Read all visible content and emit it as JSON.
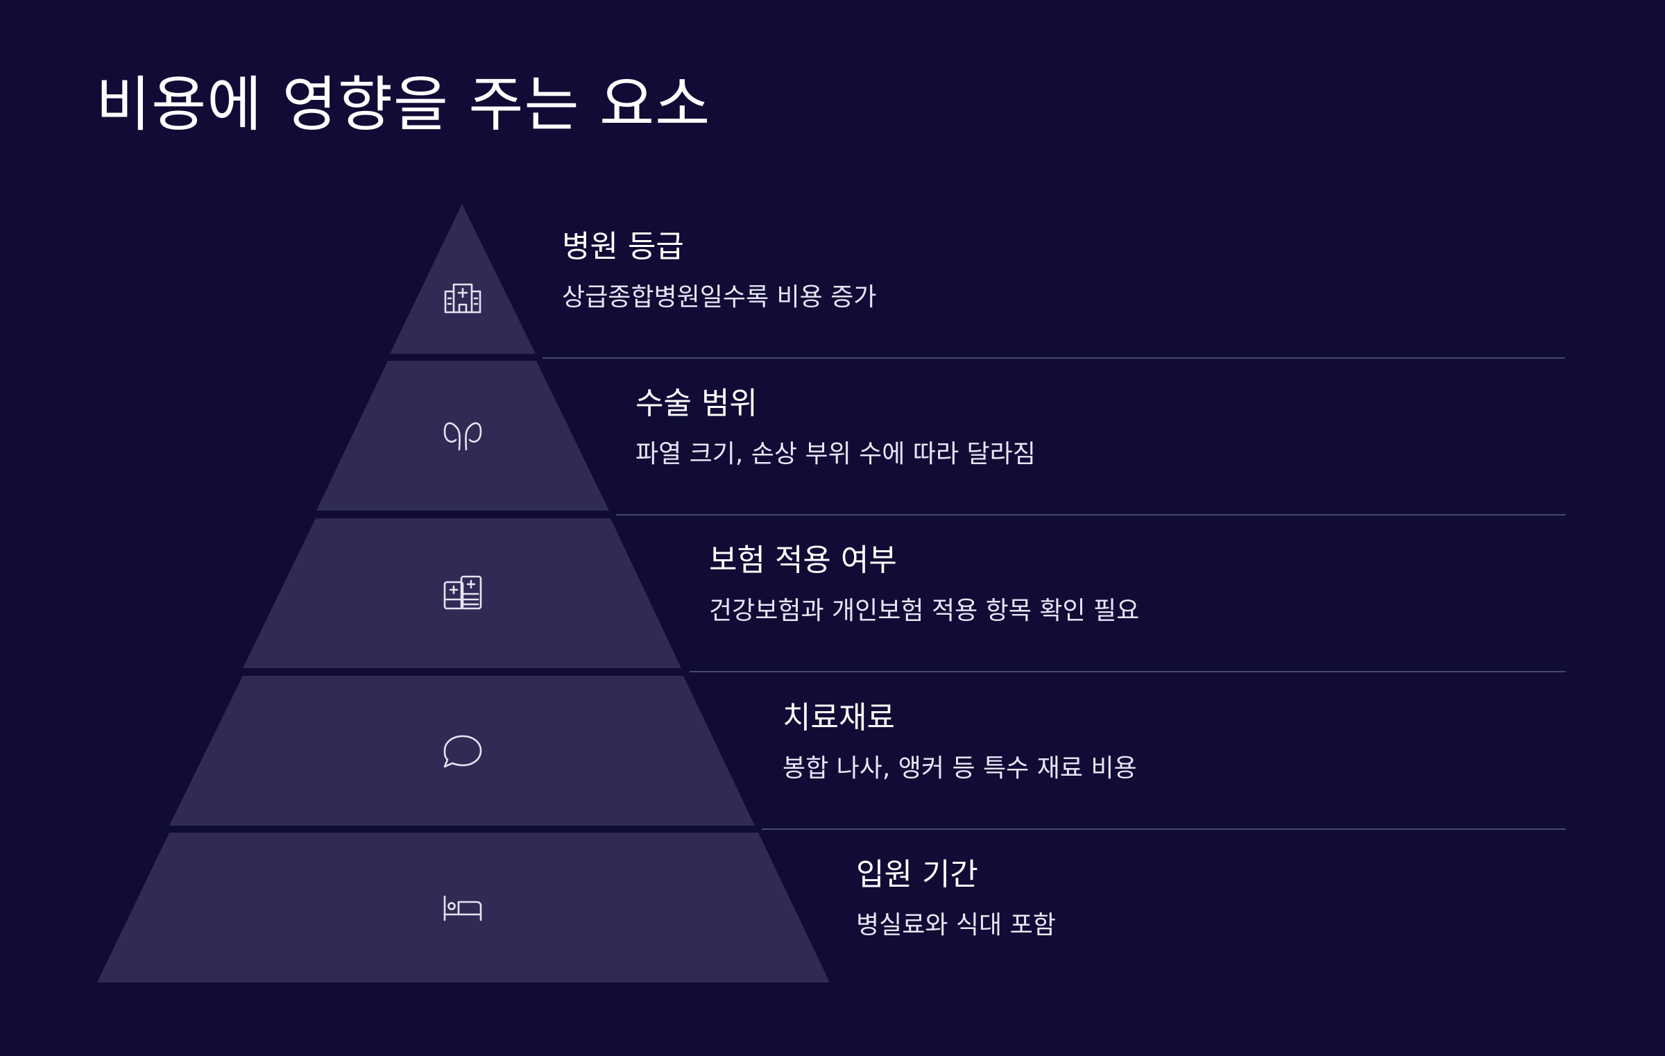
{
  "title": "비용에 영향을 주는 요소",
  "colors": {
    "background": "#100c35",
    "tier_fill": "#302b55",
    "separator": "#4a4772",
    "icon_stroke": "#e6e4f2"
  },
  "tiers": [
    {
      "title": "병원 등급",
      "desc": "상급종합병원일수록 비용 증가",
      "icon": "hospital-icon"
    },
    {
      "title": "수술 범위",
      "desc": "파열 크기, 손상 부위 수에 따라 달라짐",
      "icon": "kidneys-icon"
    },
    {
      "title": "보험 적용 여부",
      "desc": "건강보험과 개인보험 적용 항목 확인 필요",
      "icon": "medical-records-icon"
    },
    {
      "title": "치료재료",
      "desc": "봉합 나사, 앵커 등 특수 재료 비용",
      "icon": "speech-bubble-icon"
    },
    {
      "title": "입원 기간",
      "desc": "병실료와 식대 포함",
      "icon": "bed-icon"
    }
  ]
}
